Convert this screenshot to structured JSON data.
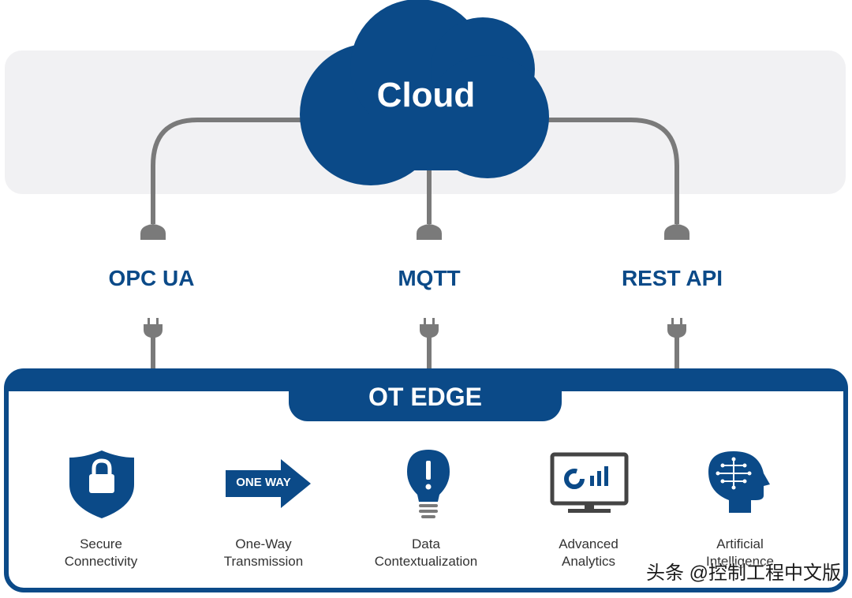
{
  "cloud": {
    "label": "Cloud"
  },
  "protocols": [
    {
      "label": "OPC UA"
    },
    {
      "label": "MQTT"
    },
    {
      "label": "REST API"
    }
  ],
  "edge": {
    "title": "OT EDGE"
  },
  "features": [
    {
      "line1": "Secure",
      "line2": "Connectivity",
      "icon": "shield-lock-icon"
    },
    {
      "line1": "One-Way",
      "line2": "Transmission",
      "icon": "one-way-arrow-icon",
      "badge": "ONE WAY"
    },
    {
      "line1": "Data",
      "line2": "Contextualization",
      "icon": "lightbulb-icon"
    },
    {
      "line1": "Advanced",
      "line2": "Analytics",
      "icon": "monitor-analytics-icon"
    },
    {
      "line1": "Artificial",
      "line2": "Intelligence",
      "icon": "ai-head-icon"
    }
  ],
  "watermark": "头条 @控制工程中文版",
  "colors": {
    "brand_blue": "#0b4a88",
    "connector_gray": "#7a7a7a",
    "band_gray": "#f1f1f3"
  }
}
